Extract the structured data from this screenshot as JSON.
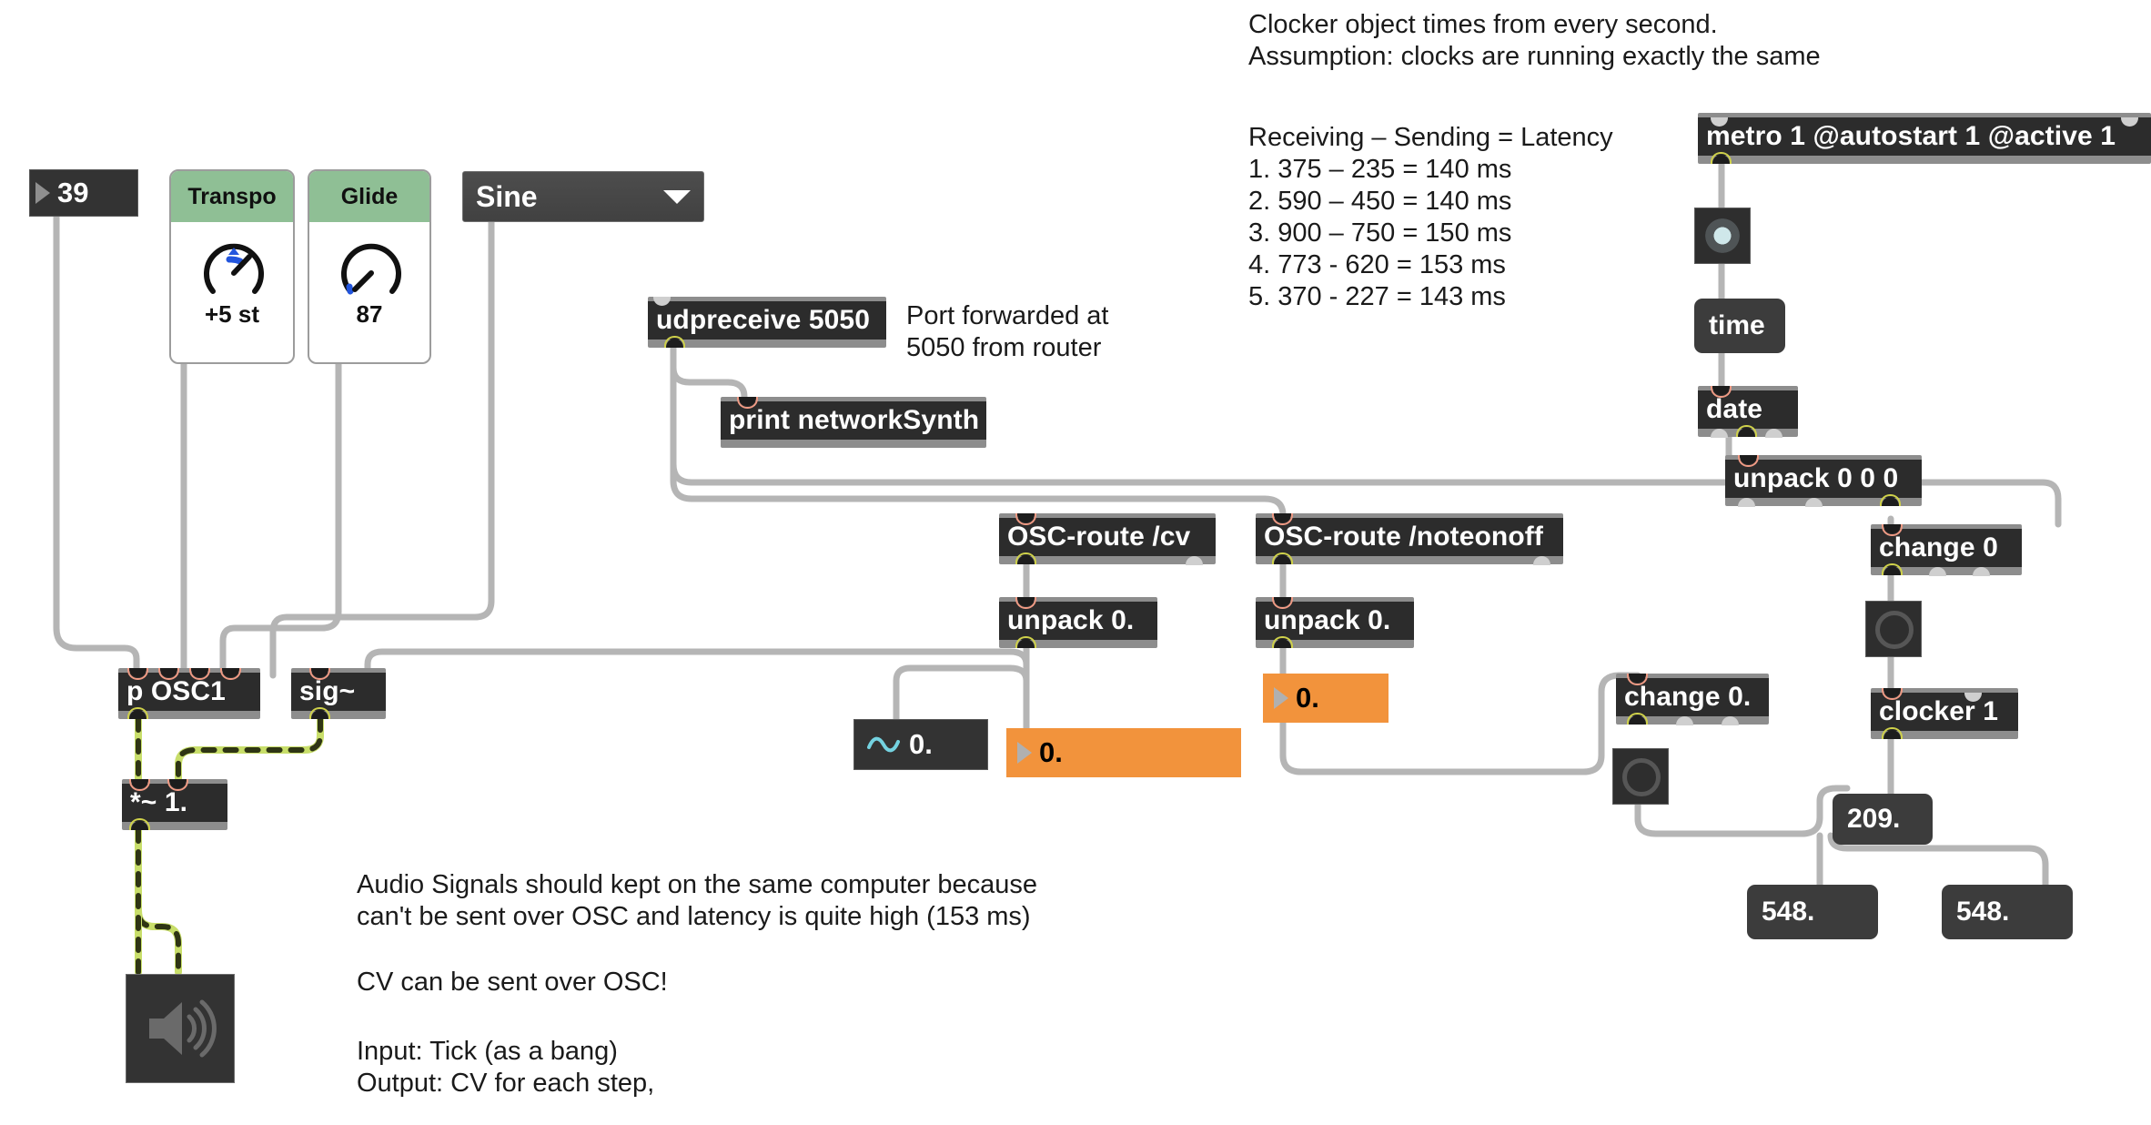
{
  "patch": {
    "title": "networkSynth Max patch",
    "bg": "#ffffff",
    "colors": {
      "object_border": "#8d8d8d",
      "object_body": "#2c2c2c",
      "inlet": "#ef9a84",
      "outlet": "#cfd14a",
      "accent_orange": "#f2933c",
      "dial_header_green": "#8fbf95",
      "signal_cable": "#c8de6a",
      "data_cable": "#b5b5b5"
    }
  },
  "comments": {
    "clocker_note": "Clocker object times from every second.\nAssumption: clocks are running exactly the same",
    "latency_block": "Receiving – Sending = Latency\n1. 375 – 235 = 140 ms\n2. 590 – 450 = 140 ms\n3. 900 – 750 = 150 ms\n4. 773 - 620 = 153 ms\n5. 370 - 227 = 143 ms",
    "port_note": "Port forwarded at\n5050 from router",
    "audio_note": "Audio Signals should kept on the same computer because\ncan't be sent over OSC and latency is quite high (153 ms)",
    "cv_note": "CV can be sent over OSC!",
    "io_note": "Input: Tick (as a bang)\nOutput: CV for each step,"
  },
  "objects": {
    "note_numbox": {
      "value": "39"
    },
    "transpose_dial": {
      "label": "Transpo",
      "value": "+5 st"
    },
    "glide_dial": {
      "label": "Glide",
      "value": "87"
    },
    "waveform_menu": {
      "selected": "Sine"
    },
    "udpreceive": {
      "text": "udpreceive 5050"
    },
    "print": {
      "text": "print networkSynth"
    },
    "osc_route_cv": {
      "text": "OSC-route /cv"
    },
    "osc_route_noteonoff": {
      "text": "OSC-route /noteonoff"
    },
    "unpack_cv": {
      "text": "unpack 0."
    },
    "unpack_noteonoff": {
      "text": "unpack 0."
    },
    "sig_numbox": {
      "value": "0."
    },
    "cv_float_numbox": {
      "value": "0."
    },
    "noteonoff_float_numbox": {
      "value": "0."
    },
    "p_osc1": {
      "text": "p OSC1"
    },
    "sig_tilde": {
      "text": "sig~"
    },
    "multiply_tilde": {
      "text": "*~ 1."
    },
    "ezdac": {
      "icon": "speaker-icon"
    },
    "metro": {
      "text": "metro 1 @autostart 1 @active 1"
    },
    "bang_metro": {
      "state": "on"
    },
    "msg_time": {
      "text": "time"
    },
    "date": {
      "text": "date"
    },
    "unpack_date": {
      "text": "unpack 0 0 0"
    },
    "change_0": {
      "text": "change 0"
    },
    "bang_change0": {
      "state": "off"
    },
    "clocker": {
      "text": "clocker 1"
    },
    "change_0f": {
      "text": "change 0."
    },
    "bang_change0f": {
      "state": "off"
    },
    "msg_209": {
      "text": "209."
    },
    "msg_548_left": {
      "text": "548."
    },
    "msg_548_right": {
      "text": "548."
    }
  }
}
